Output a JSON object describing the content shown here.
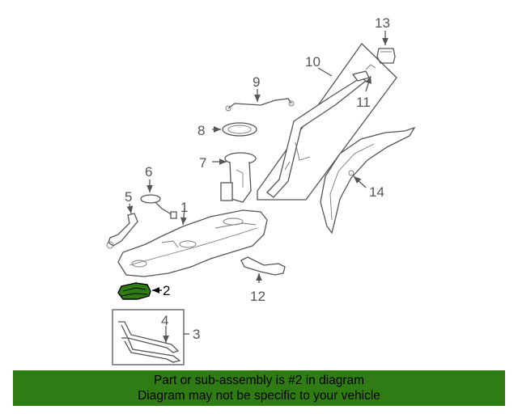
{
  "callouts": {
    "p1": "1",
    "p2": "2",
    "p3": "3",
    "p4": "4",
    "p5": "5",
    "p6": "6",
    "p7": "7",
    "p8": "8",
    "p9": "9",
    "p10": "10",
    "p11": "11",
    "p12": "12",
    "p13": "13",
    "p14": "14"
  },
  "highlight": {
    "part": "2",
    "color": "#2f7b14"
  },
  "banner": {
    "line1": "Part or sub-assembly is #2 in diagram",
    "line2": "Diagram may not be specific to your vehicle",
    "background": "#2f7b14"
  }
}
